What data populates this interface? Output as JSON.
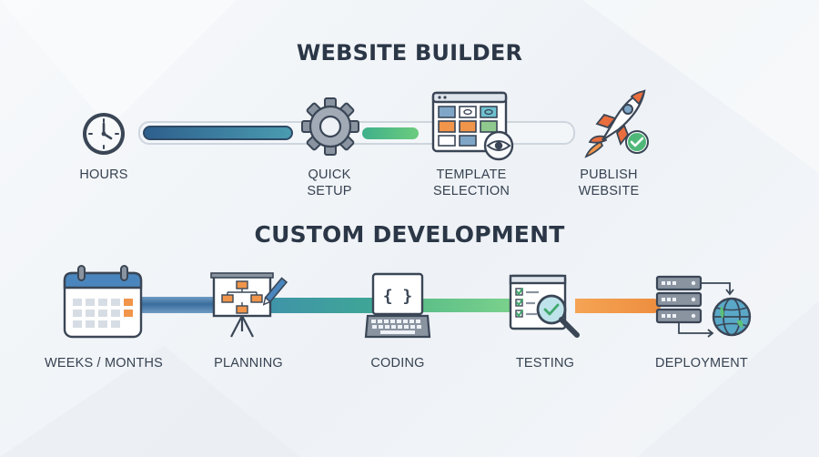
{
  "website_builder": {
    "title": "WEBSITE BUILDER",
    "steps": [
      {
        "line1": "HOURS",
        "line2": "",
        "icon": "clock-icon"
      },
      {
        "line1": "QUICK",
        "line2": "SETUP",
        "icon": "gear-icon"
      },
      {
        "line1": "TEMPLATE",
        "line2": "SELECTION",
        "icon": "template-gallery-icon"
      },
      {
        "line1": "PUBLISH",
        "line2": "WEBSITE",
        "icon": "rocket-icon"
      }
    ]
  },
  "custom_development": {
    "title": "CUSTOM DEVELOPMENT",
    "steps": [
      {
        "label": "WEEKS / MONTHS",
        "icon": "calendar-icon"
      },
      {
        "label": "PLANNING",
        "icon": "flowchart-board-icon"
      },
      {
        "label": "CODING",
        "icon": "laptop-code-icon"
      },
      {
        "label": "TESTING",
        "icon": "checklist-magnifier-icon"
      },
      {
        "label": "DEPLOYMENT",
        "icon": "server-globe-icon"
      }
    ]
  },
  "colors": {
    "title": "#2b3747",
    "blue": "#3f76a8",
    "teal": "#3f9aa0",
    "green": "#5cc07a",
    "orange": "#f0954a",
    "outline": "#3a4656"
  }
}
